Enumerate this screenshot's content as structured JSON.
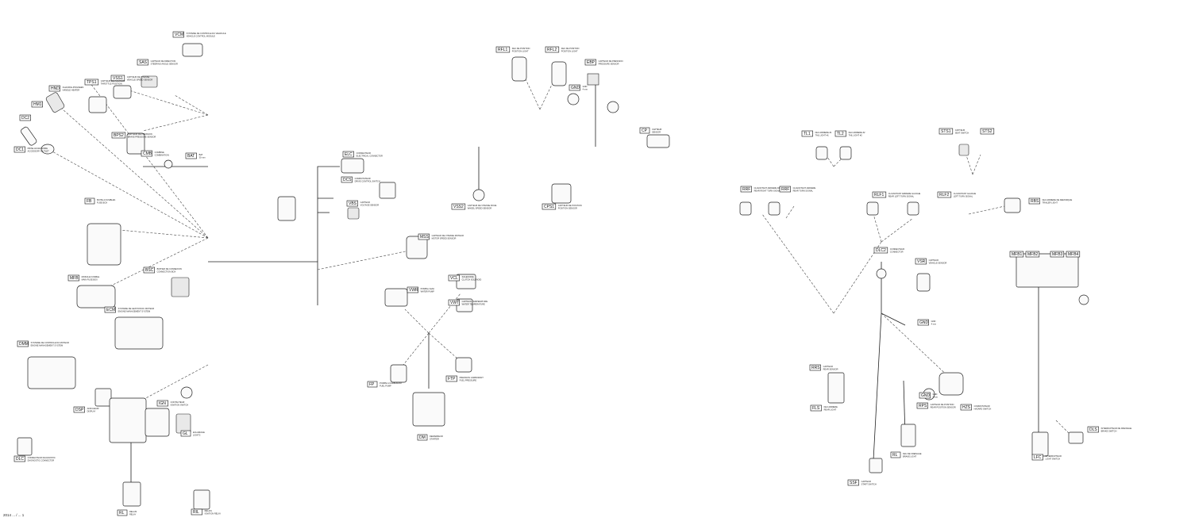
{
  "components": [
    {
      "id": "vcm",
      "code": "VCM",
      "caption": [
        "SYSTEME DE CONTROLE DU VEHICULE",
        "VEHICLE CONTROL MODULE"
      ]
    },
    {
      "id": "sas",
      "code": "SAS",
      "caption": [
        "CAPTEUR DE DIRECTION",
        "STEERING ANGLE SENSOR"
      ]
    },
    {
      "id": "vss1",
      "code": "VSS1",
      "caption": [
        "CAPTEUR DE VITESSE",
        "VEHICLE SPEED SENSOR"
      ]
    },
    {
      "id": "tps1",
      "code": "TPS1",
      "caption": [
        "CAPTEUR DE POSITION",
        "THROTTLE POSITION"
      ]
    },
    {
      "id": "hnd",
      "code": "HND",
      "caption": [
        "CHAUFFE-POIGNEES",
        "HANDLE HEATER"
      ]
    },
    {
      "id": "hm1",
      "code": "HM1",
      "caption": []
    },
    {
      "id": "dc2",
      "code": "DC2",
      "caption": []
    },
    {
      "id": "dc1",
      "code": "DC1",
      "caption": [
        "PRISE ACCESSOIRE",
        "ACCESSORY OUTLET"
      ]
    },
    {
      "id": "bps2",
      "code": "BPS2",
      "caption": [
        "CAPTEUR DE PRESSION",
        "BRAKE PRESSURE SENSOR"
      ]
    },
    {
      "id": "cmb",
      "code": "CMB",
      "caption": [
        "COMBINE",
        "COMBINATION"
      ]
    },
    {
      "id": "bat",
      "code": "BAT",
      "caption": [
        "BAT",
        "30 mm"
      ]
    },
    {
      "id": "fb",
      "code": "FB",
      "caption": [
        "BOITE A FUSIBLES",
        "FUSE BOX"
      ]
    },
    {
      "id": "mfb",
      "code": "MFB",
      "caption": [
        "MODULE FUSIBLE",
        "MAIN FUSE BOX"
      ]
    },
    {
      "id": "bsc",
      "code": "BSC",
      "caption": [
        "BOITIER DE CONNEXION",
        "CONNECTION BOX"
      ]
    },
    {
      "id": "ecm",
      "code": "ECM",
      "caption": [
        "SYSTEME DE GESTION DU MOTEUR",
        "ENGINE MANAGEMENT SYSTEM"
      ]
    },
    {
      "id": "dmm",
      "code": "DMM",
      "caption": [
        "SYSTEME DE CONTROLE DU MOTEUR",
        "ENGINE MANAGEMENT SYSTEM"
      ]
    },
    {
      "id": "dsp",
      "code": "DSP",
      "caption": [
        "AFFICHEUR",
        "DISPLAY"
      ]
    },
    {
      "id": "ign",
      "code": "IGN",
      "caption": [
        "CONTACTEUR",
        "IGNITION SWITCH"
      ]
    },
    {
      "id": "gl",
      "code": "GL",
      "caption": [
        "ECLAIRAGE",
        "LIGHTS"
      ]
    },
    {
      "id": "dlc",
      "code": "DLC",
      "caption": [
        "CONNECTEUR DIAGNOSTIC",
        "DIAGNOSTIC CONNECTOR"
      ]
    },
    {
      "id": "elc",
      "code": "ELC",
      "caption": [
        "CONNECTEUR",
        "ELECTRICAL CONNECTOR"
      ]
    },
    {
      "id": "dcs",
      "code": "DCS",
      "caption": [
        "COMMUTATEUR",
        "DRIVE CONTROL SWITCH"
      ]
    },
    {
      "id": "vbs",
      "code": "VBS",
      "caption": [
        "CAPTEUR",
        "VOLTAGE SENSOR"
      ]
    },
    {
      "id": "mss",
      "code": "MSS",
      "caption": [
        "CAPTEUR DE VITESSE MOTEUR",
        "MOTOR SPEED SENSOR"
      ]
    },
    {
      "id": "rfl1",
      "code": "RFL1",
      "caption": [
        "FEU DE POSITION",
        "POSITION LIGHT"
      ]
    },
    {
      "id": "rfl2",
      "code": "RFL2",
      "caption": [
        "FEU DE POSITION",
        "POSITION LIGHT"
      ]
    },
    {
      "id": "ebp",
      "code": "EBP",
      "caption": [
        "CAPTEUR DE PRESSION",
        "PRESSURE SENSOR"
      ]
    },
    {
      "id": "gnd1",
      "code": "GND",
      "caption": [
        "GND",
        "4 mm"
      ]
    },
    {
      "id": "cp",
      "code": "CP",
      "caption": [
        "CAPTEUR",
        "SENSOR"
      ]
    },
    {
      "id": "vss2",
      "code": "VSS2",
      "caption": [
        "CAPTEUR DE VITESSE ROUE",
        "WHEEL SPEED SENSOR"
      ]
    },
    {
      "id": "cps1",
      "code": "CPS1",
      "caption": [
        "CAPTEUR DE POSITION",
        "POSITION SENSOR"
      ]
    },
    {
      "id": "vwr",
      "code": "VWR",
      "caption": [
        "POMPE A EAU",
        "WATER PUMP"
      ]
    },
    {
      "id": "vcl",
      "code": "VCL",
      "caption": [
        "SOLENOIDE",
        "CLUTCH SOLENOID"
      ]
    },
    {
      "id": "vwt",
      "code": "VWT",
      "caption": [
        "CAPTEUR TEMPERATURE",
        "WATER TEMPERATURE"
      ]
    },
    {
      "id": "fp",
      "code": "FP",
      "caption": [
        "POMPE A CARBURANT",
        "FUEL PUMP"
      ]
    },
    {
      "id": "ftp",
      "code": "FTP",
      "caption": [
        "PRESSION CARBURANT",
        "FUEL PRESSURE"
      ]
    },
    {
      "id": "dm",
      "code": "DM",
      "caption": [
        "DEMARREUR",
        "STARTER"
      ]
    },
    {
      "id": "rl",
      "code": "RL",
      "caption": [
        "RELAIS",
        "RELAY"
      ]
    },
    {
      "id": "ril",
      "code": "RIL",
      "caption": [
        "RELAIS",
        "IGNITION RELAY"
      ]
    },
    {
      "id": "fls",
      "code": "FLS",
      "caption": [
        "FEU ARRIERE",
        "REAR LIGHT"
      ]
    },
    {
      "id": "rrs",
      "code": "RRS",
      "caption": [
        "CAPTEUR",
        "REAR SENSOR"
      ]
    },
    {
      "id": "tl1",
      "code": "TL1",
      "caption": [
        "FEU ARRIERE #1",
        "TAIL LIGHT #1"
      ]
    },
    {
      "id": "tl2",
      "code": "TL2",
      "caption": [
        "FEU ARRIERE #2",
        "TAIL LIGHT #2"
      ]
    },
    {
      "id": "sts1",
      "code": "STS1",
      "caption": [
        "CAPTEUR",
        "SEAT SWITCH"
      ]
    },
    {
      "id": "sts2",
      "code": "STS2",
      "caption": []
    },
    {
      "id": "rrf",
      "code": "RRF",
      "caption": [
        "CLIGNOTANT ARRIERE DROIT",
        "REAR RIGHT TURN SIGNAL"
      ]
    },
    {
      "id": "rrf2",
      "code": "RRF",
      "caption": [
        "CLIGNOTANT ARRIERE",
        "REAR TURN SIGNAL"
      ]
    },
    {
      "id": "rlf1",
      "code": "RLF1",
      "caption": [
        "CLIGNOTANT ARRIERE GAUCHE",
        "REAR LEFT TURN SIGNAL"
      ]
    },
    {
      "id": "rlf2",
      "code": "RLF2",
      "caption": [
        "CLIGNOTANT GAUCHE",
        "LEFT TURN SIGNAL"
      ]
    },
    {
      "id": "rbs",
      "code": "RBS",
      "caption": [
        "FEU ARRIERE DE REMORQUE",
        "TRAILER LIGHT"
      ]
    },
    {
      "id": "dlc2",
      "code": "DLC2",
      "caption": [
        "CONNECTEUR",
        "CONNECTOR"
      ]
    },
    {
      "id": "mfb1",
      "code": "MFB1",
      "caption": []
    },
    {
      "id": "mfb2",
      "code": "MFB2",
      "caption": []
    },
    {
      "id": "mfb3",
      "code": "MFB3",
      "caption": []
    },
    {
      "id": "mfb4",
      "code": "MFB4",
      "caption": []
    },
    {
      "id": "vsr",
      "code": "VSR",
      "caption": [
        "CAPTEUR",
        "VEHICLE SENSOR"
      ]
    },
    {
      "id": "gnd2",
      "code": "GND",
      "caption": [
        "GND",
        "4 mm"
      ]
    },
    {
      "id": "rps",
      "code": "RPS",
      "caption": [
        "CAPTEUR DE POSITION",
        "REAR POSITION SENSOR"
      ]
    },
    {
      "id": "gnd3",
      "code": "GND",
      "caption": [
        "GND",
        "4 mm"
      ]
    },
    {
      "id": "hzs",
      "code": "HZS",
      "caption": [
        "COMMUTATEUR",
        "HAZARD SWITCH"
      ]
    },
    {
      "id": "rl2",
      "code": "RL",
      "caption": [
        "FEU DE FREINAGE",
        "BRAKE LIGHT"
      ]
    },
    {
      "id": "lfc",
      "code": "LFC",
      "caption": [
        "INTERRUPTEUR",
        "LIGHT SWITCH"
      ]
    },
    {
      "id": "dls",
      "code": "DLS",
      "caption": [
        "INTERRUPTEUR DE FREINAGE",
        "BRAKE SWITCH"
      ]
    },
    {
      "id": "ssf",
      "code": "SSF",
      "caption": [
        "CAPTEUR",
        "START SWITCH"
      ]
    }
  ],
  "footer": {
    "text": "2014 ... / ... 1"
  }
}
